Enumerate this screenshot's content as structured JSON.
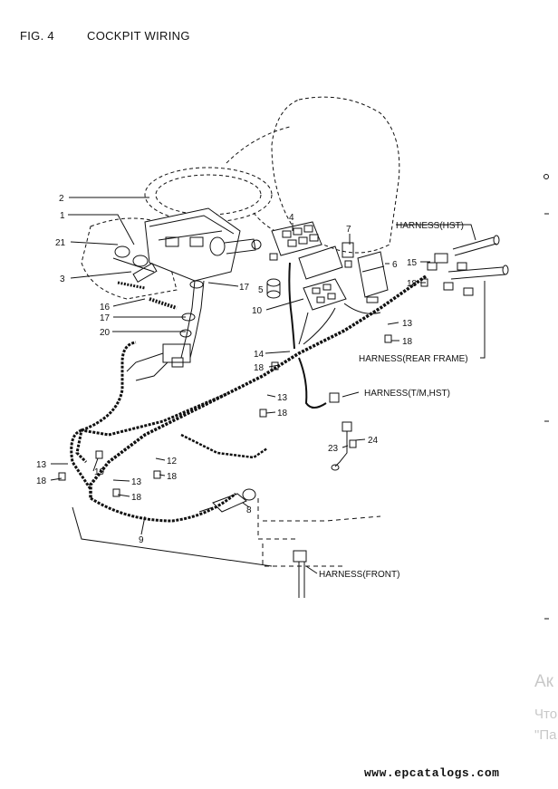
{
  "figure": {
    "number": "FIG. 4",
    "title": "COCKPIT WIRING"
  },
  "callouts": {
    "c1": "1",
    "c2": "2",
    "c3": "3",
    "c4": "4",
    "c5": "5",
    "c6": "6",
    "c7": "7",
    "c8": "8",
    "c9": "9",
    "c10": "10",
    "c12": "12",
    "c13": "13",
    "c14": "14",
    "c15": "15",
    "c16": "16",
    "c17": "17",
    "c18": "18",
    "c19": "19",
    "c20": "20",
    "c21": "21",
    "c23": "23",
    "c24": "24"
  },
  "harness_labels": {
    "hst": "HARNESS(HST)",
    "rear_frame": "HARNESS(REAR FRAME)",
    "tm_hst": "HARNESS(T/M,HST)",
    "front": "HARNESS(FRONT)"
  },
  "footer": {
    "url": "www.epcatalogs.com"
  },
  "watermark": {
    "line1": "Ак",
    "line2": "Что",
    "line3": "\"Па"
  }
}
